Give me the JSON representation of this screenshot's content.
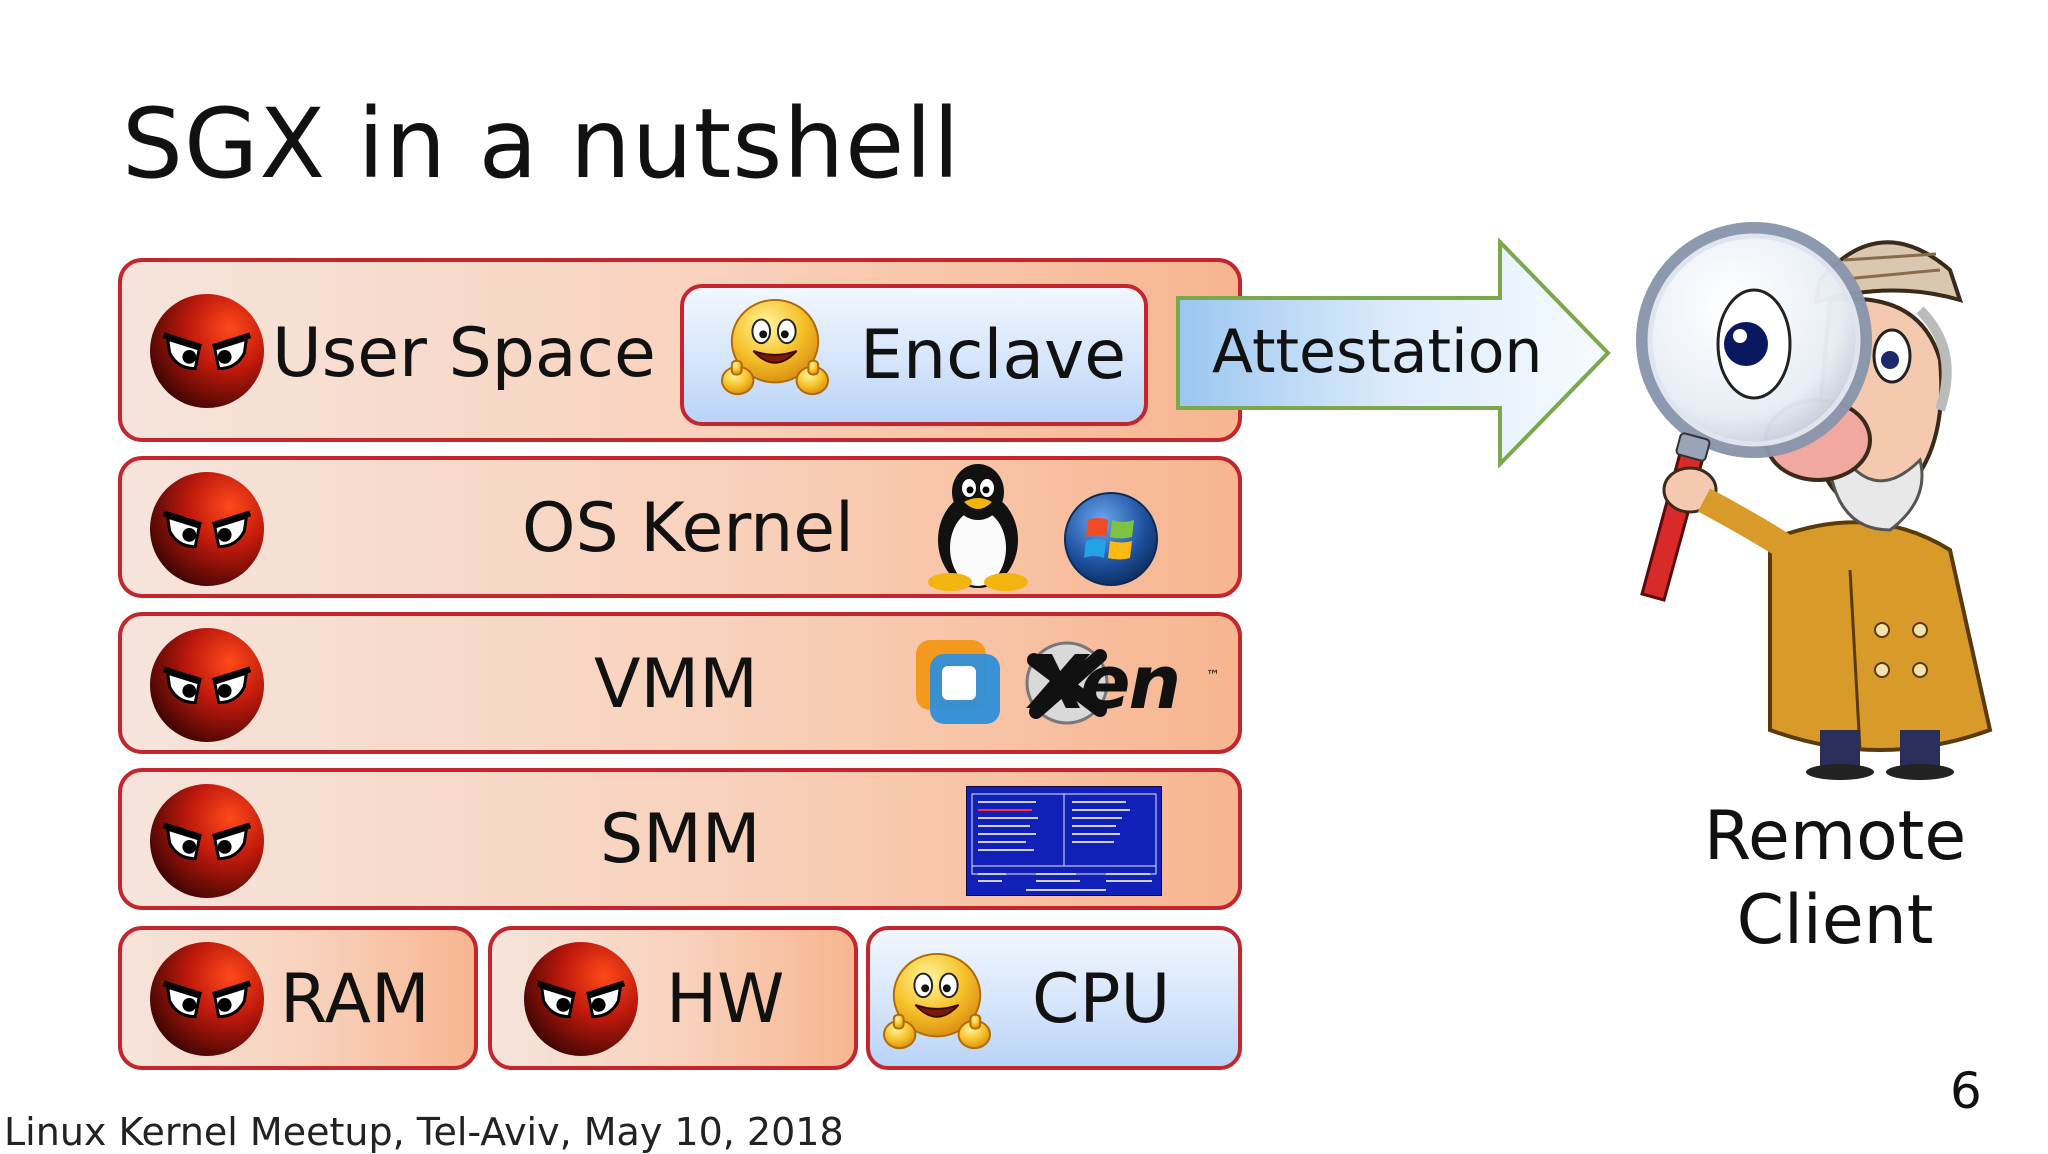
{
  "slide": {
    "title": "SGX in a nutshell",
    "footer": "Linux Kernel Meetup, Tel-Aviv, May 10, 2018",
    "page_number": "6"
  },
  "layers": {
    "user_space": "User Space",
    "enclave": "Enclave",
    "os_kernel": "OS Kernel",
    "vmm": "VMM",
    "smm": "SMM",
    "ram": "RAM",
    "hw": "HW",
    "cpu": "CPU"
  },
  "attestation": "Attestation",
  "remote_client": {
    "line1": "Remote",
    "line2": "Client"
  },
  "logos": {
    "xen": "Xen",
    "xen_tm": "™"
  },
  "colors": {
    "border": "#c3272d",
    "untrusted_fill": "#f8d1bb",
    "trusted_fill": "#d5e5fb",
    "arrow_fill": "#8fbfee",
    "arrow_border": "#7aa84a"
  }
}
